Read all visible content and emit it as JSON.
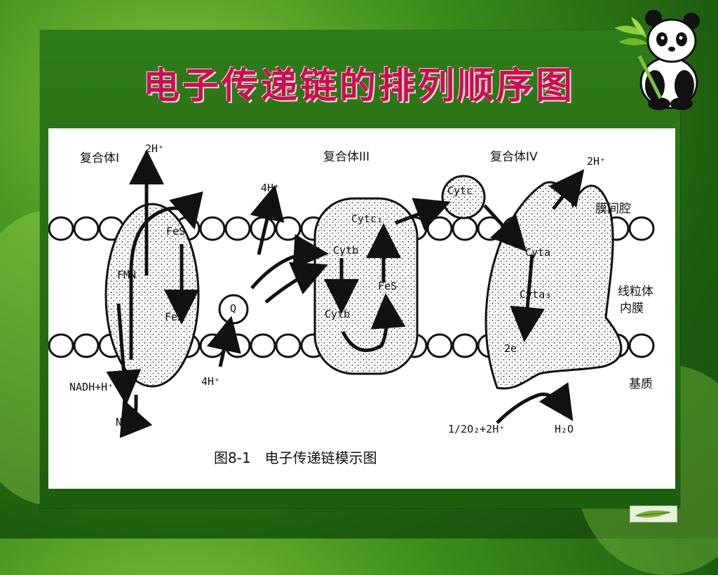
{
  "slide": {
    "title": "电子传递链的排列顺序图"
  },
  "figure": {
    "caption": "图8-1　电子传递链模示图",
    "labels": {
      "complex1": "复合体I",
      "complex3": "复合体III",
      "complex4": "复合体IV",
      "h2_top_left": "2H⁺",
      "h4_top": "4H⁺",
      "h2_top_right": "2H⁺",
      "h4_bottom": "4H⁺",
      "nadh": "NADH+H⁺",
      "nad": "NAD⁺",
      "fes1": "FeS",
      "fes2": "FeS",
      "fmn": "FMN",
      "q": "Q",
      "cytc1": "Cytc₁",
      "cytb1": "Cytb",
      "cytb2": "Cytb",
      "fes3": "FeS",
      "cytc": "Cytc",
      "cyta": "Cyta",
      "cyta3": "Cyta₃",
      "e2": "2e",
      "o2": "1/2O₂+2H⁺",
      "h2o": "H₂O",
      "intermembrane": "膜间腔",
      "inner_membrane_line1": "线粒体",
      "inner_membrane_line2": "内膜",
      "matrix": "基质"
    }
  },
  "icons": {
    "panda": "panda-bamboo-icon",
    "leaf": "leaf-icon"
  },
  "colors": {
    "title": "#c8104e",
    "background": "#2f7a1a"
  }
}
